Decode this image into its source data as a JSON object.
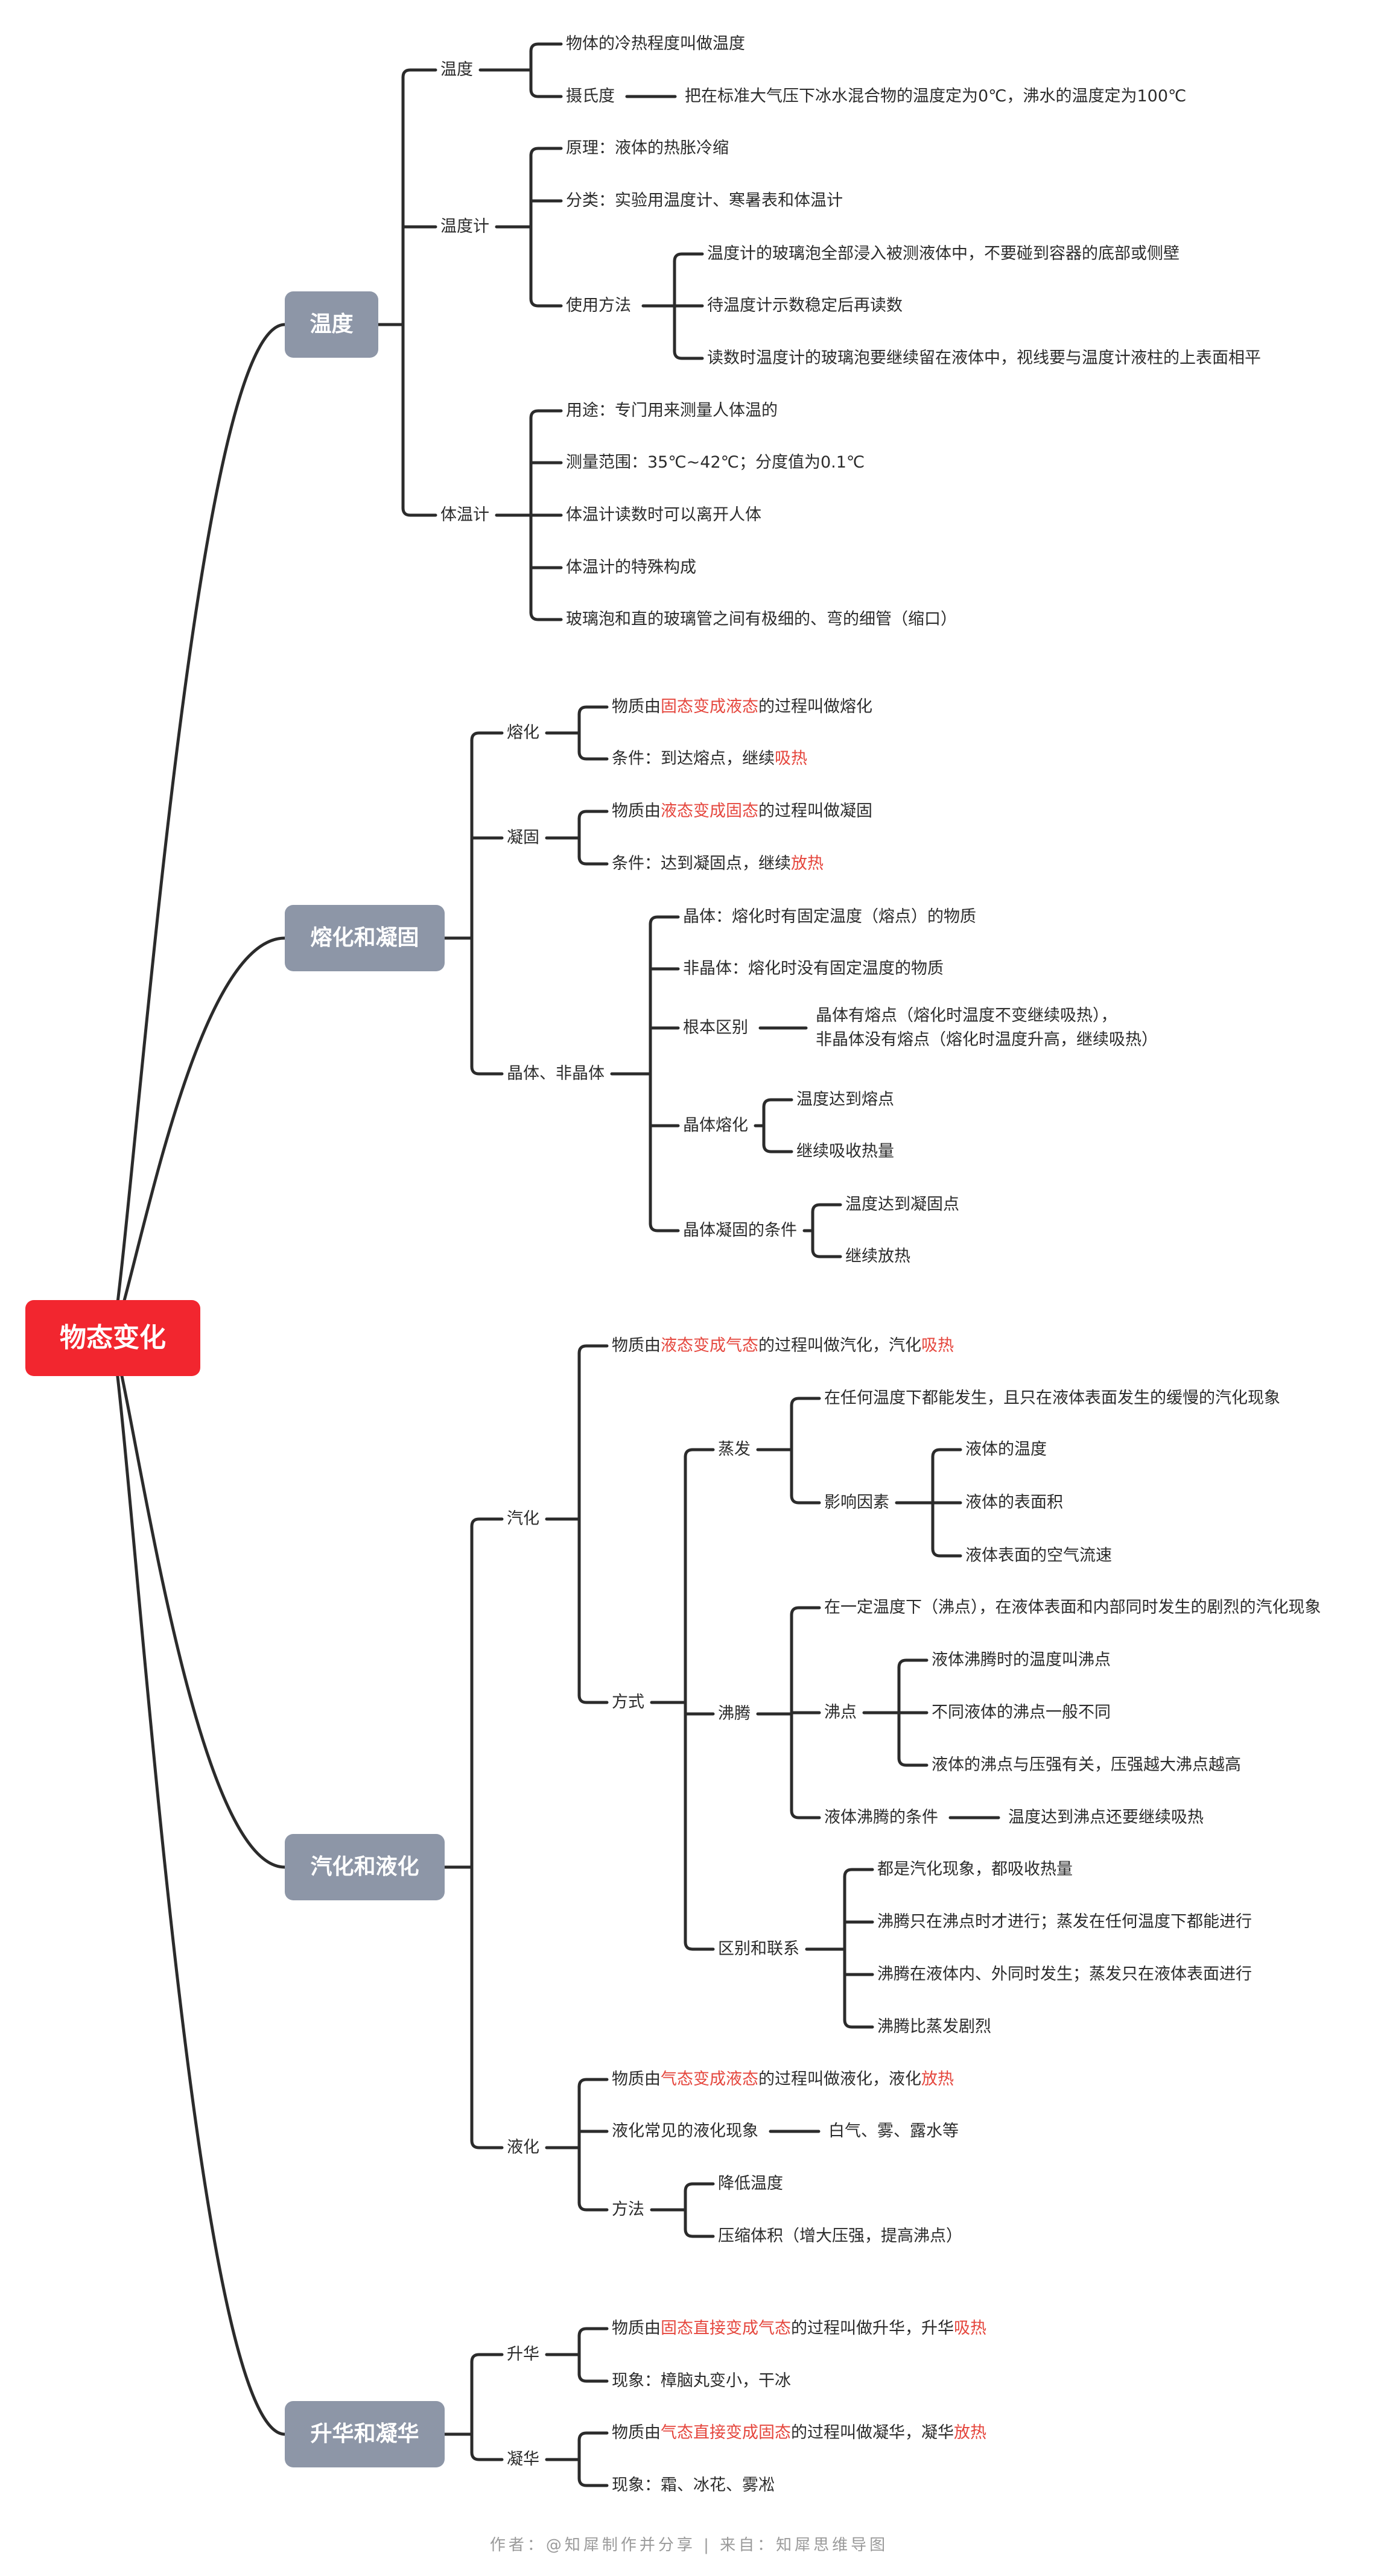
{
  "root": {
    "label": "物态变化",
    "color": "#f2262f"
  },
  "colors": {
    "line": "#2b2b2b",
    "category_bg": "#8d96a7",
    "highlight": "#e5463d",
    "text": "#2b2b2b"
  },
  "categories": [
    {
      "label": "温度",
      "children": [
        {
          "label": "温度",
          "children": [
            {
              "label": "物体的冷热程度叫做温度"
            },
            {
              "label": "摄氏度",
              "children": [
                {
                  "label": "把在标准大气压下冰水混合物的温度定为0℃，沸水的温度定为100℃"
                }
              ]
            }
          ]
        },
        {
          "label": "温度计",
          "children": [
            {
              "label": "原理：液体的热胀冷缩"
            },
            {
              "label": "分类：实验用温度计、寒暑表和体温计"
            },
            {
              "label": "使用方法",
              "children": [
                {
                  "label": "温度计的玻璃泡全部浸入被测液体中，不要碰到容器的底部或侧壁"
                },
                {
                  "label": "待温度计示数稳定后再读数"
                },
                {
                  "label": "读数时温度计的玻璃泡要继续留在液体中，视线要与温度计液柱的上表面相平"
                }
              ]
            }
          ]
        },
        {
          "label": "体温计",
          "children": [
            {
              "label": "用途：专门用来测量人体温的"
            },
            {
              "label": "测量范围：35℃~42℃；分度值为0.1℃"
            },
            {
              "label": "体温计读数时可以离开人体"
            },
            {
              "label": "体温计的特殊构成"
            },
            {
              "label": "玻璃泡和直的玻璃管之间有极细的、弯的细管（缩口）"
            }
          ]
        }
      ]
    },
    {
      "label": "熔化和凝固",
      "children": [
        {
          "label": "熔化",
          "children": [
            {
              "label": "物质由固态变成液态的过程叫做熔化",
              "parts": [
                {
                  "t": "物质由"
                },
                {
                  "t": "固态变成液态",
                  "hl": true
                },
                {
                  "t": "的过程叫做熔化"
                }
              ]
            },
            {
              "label": "条件：到达熔点，继续吸热",
              "parts": [
                {
                  "t": "条件：到达熔点，继续"
                },
                {
                  "t": "吸热",
                  "hl": true
                }
              ]
            }
          ]
        },
        {
          "label": "凝固",
          "children": [
            {
              "label": "物质由液态变成固态的过程叫做凝固",
              "parts": [
                {
                  "t": "物质由"
                },
                {
                  "t": "液态变成固态",
                  "hl": true
                },
                {
                  "t": "的过程叫做凝固"
                }
              ]
            },
            {
              "label": "条件：达到凝固点，继续放热",
              "parts": [
                {
                  "t": "条件：达到凝固点，继续"
                },
                {
                  "t": "放热",
                  "hl": true
                }
              ]
            }
          ]
        },
        {
          "label": "晶体、非晶体",
          "children": [
            {
              "label": "晶体：熔化时有固定温度（熔点）的物质"
            },
            {
              "label": "非晶体：熔化时没有固定温度的物质"
            },
            {
              "label": "根本区别",
              "children": [
                {
                  "label": "晶体有熔点（熔化时温度不变继续吸热），\n非晶体没有熔点（熔化时温度升高，继续吸热）",
                  "multiline": true
                }
              ]
            },
            {
              "label": "晶体熔化",
              "children": [
                {
                  "label": "温度达到熔点"
                },
                {
                  "label": "继续吸收热量"
                }
              ]
            },
            {
              "label": "晶体凝固的条件",
              "children": [
                {
                  "label": "温度达到凝固点"
                },
                {
                  "label": "继续放热"
                }
              ]
            }
          ]
        }
      ]
    },
    {
      "label": "汽化和液化",
      "children": [
        {
          "label": "汽化",
          "children": [
            {
              "label": "物质由液态变成气态的过程叫做汽化，汽化吸热",
              "parts": [
                {
                  "t": "物质由"
                },
                {
                  "t": "液态变成气态",
                  "hl": true
                },
                {
                  "t": "的过程叫做汽化，汽化"
                },
                {
                  "t": "吸热",
                  "hl": true
                }
              ]
            },
            {
              "label": "方式",
              "children": [
                {
                  "label": "蒸发",
                  "children": [
                    {
                      "label": "在任何温度下都能发生，且只在液体表面发生的缓慢的汽化现象"
                    },
                    {
                      "label": "影响因素",
                      "children": [
                        {
                          "label": "液体的温度"
                        },
                        {
                          "label": "液体的表面积"
                        },
                        {
                          "label": "液体表面的空气流速"
                        }
                      ]
                    }
                  ]
                },
                {
                  "label": "沸腾",
                  "children": [
                    {
                      "label": "在一定温度下（沸点），在液体表面和内部同时发生的剧烈的汽化现象"
                    },
                    {
                      "label": "沸点",
                      "children": [
                        {
                          "label": "液体沸腾时的温度叫沸点"
                        },
                        {
                          "label": "不同液体的沸点一般不同"
                        },
                        {
                          "label": "液体的沸点与压强有关，压强越大沸点越高"
                        }
                      ]
                    },
                    {
                      "label": "液体沸腾的条件",
                      "children": [
                        {
                          "label": "温度达到沸点还要继续吸热"
                        }
                      ]
                    }
                  ]
                },
                {
                  "label": "区别和联系",
                  "children": [
                    {
                      "label": "都是汽化现象，都吸收热量"
                    },
                    {
                      "label": "沸腾只在沸点时才进行；蒸发在任何温度下都能进行"
                    },
                    {
                      "label": "沸腾在液体内、外同时发生；蒸发只在液体表面进行"
                    },
                    {
                      "label": "沸腾比蒸发剧烈"
                    }
                  ]
                }
              ]
            }
          ]
        },
        {
          "label": "液化",
          "children": [
            {
              "label": "物质由气态变成液态的过程叫做液化，液化放热",
              "parts": [
                {
                  "t": "物质由"
                },
                {
                  "t": "气态变成液态",
                  "hl": true
                },
                {
                  "t": "的过程叫做液化，液化"
                },
                {
                  "t": "放热",
                  "hl": true
                }
              ]
            },
            {
              "label": "液化常见的液化现象",
              "children": [
                {
                  "label": "白气、雾、露水等"
                }
              ]
            },
            {
              "label": "方法",
              "children": [
                {
                  "label": "降低温度"
                },
                {
                  "label": "压缩体积（增大压强，提高沸点）"
                }
              ]
            }
          ]
        }
      ]
    },
    {
      "label": "升华和凝华",
      "children": [
        {
          "label": "升华",
          "children": [
            {
              "label": "物质由固态直接变成气态的过程叫做升华，升华吸热",
              "parts": [
                {
                  "t": "物质由"
                },
                {
                  "t": "固态直接变成气态",
                  "hl": true
                },
                {
                  "t": "的过程叫做升华，升华"
                },
                {
                  "t": "吸热",
                  "hl": true
                }
              ]
            },
            {
              "label": "现象：樟脑丸变小，干冰"
            }
          ]
        },
        {
          "label": "凝华",
          "children": [
            {
              "label": "物质由气态直接变成固态的过程叫做凝华，凝华放热",
              "parts": [
                {
                  "t": "物质由"
                },
                {
                  "t": "气态直接变成固态",
                  "hl": true
                },
                {
                  "t": "的过程叫做凝华，凝华"
                },
                {
                  "t": "放热",
                  "hl": true
                }
              ]
            },
            {
              "label": "现象：霜、冰花、雾凇"
            }
          ]
        }
      ]
    }
  ],
  "footer": "作者：@知犀制作并分享 | 来自：知犀思维导图"
}
